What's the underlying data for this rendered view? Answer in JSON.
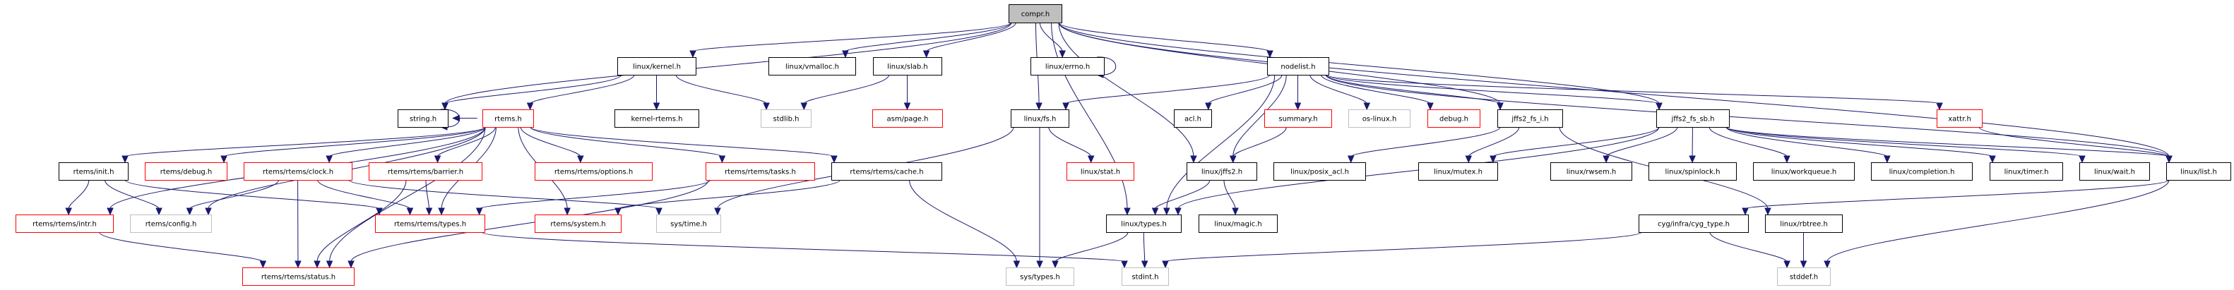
{
  "graph": {
    "title": "compr.h",
    "colors": {
      "edge": "#191970",
      "root_fill": "#bfbfbf",
      "documented_border": "#000000",
      "red_border": "#ff0000",
      "undocumented_border": "#bfbfbf",
      "node_fill": "#ffffff"
    },
    "nodes": [
      {
        "id": "compr",
        "label": "compr.h",
        "style": "root"
      },
      {
        "id": "string",
        "label": "string.h",
        "style": "black"
      },
      {
        "id": "kernel",
        "label": "linux/kernel.h",
        "style": "black"
      },
      {
        "id": "vmalloc",
        "label": "linux/vmalloc.h",
        "style": "black"
      },
      {
        "id": "slab",
        "label": "linux/slab.h",
        "style": "black"
      },
      {
        "id": "errno",
        "label": "linux/errno.h",
        "style": "black"
      },
      {
        "id": "nodelist",
        "label": "nodelist.h",
        "style": "black"
      },
      {
        "id": "rtems",
        "label": "rtems.h",
        "style": "red"
      },
      {
        "id": "kernelrtems",
        "label": "kernel-rtems.h",
        "style": "black"
      },
      {
        "id": "stdlib",
        "label": "stdlib.h",
        "style": "gray"
      },
      {
        "id": "asmpage",
        "label": "asm/page.h",
        "style": "red"
      },
      {
        "id": "fs",
        "label": "linux/fs.h",
        "style": "black"
      },
      {
        "id": "acl",
        "label": "acl.h",
        "style": "black"
      },
      {
        "id": "summary",
        "label": "summary.h",
        "style": "red"
      },
      {
        "id": "oslinux",
        "label": "os-linux.h",
        "style": "gray"
      },
      {
        "id": "debug",
        "label": "debug.h",
        "style": "red"
      },
      {
        "id": "fsi",
        "label": "jffs2_fs_i.h",
        "style": "black"
      },
      {
        "id": "fssb",
        "label": "jffs2_fs_sb.h",
        "style": "black"
      },
      {
        "id": "xattr",
        "label": "xattr.h",
        "style": "red"
      },
      {
        "id": "init",
        "label": "rtems/init.h",
        "style": "black"
      },
      {
        "id": "rdebug",
        "label": "rtems/debug.h",
        "style": "red"
      },
      {
        "id": "clock",
        "label": "rtems/rtems/clock.h",
        "style": "red"
      },
      {
        "id": "barrier",
        "label": "rtems/rtems/barrier.h",
        "style": "red"
      },
      {
        "id": "options",
        "label": "rtems/rtems/options.h",
        "style": "red"
      },
      {
        "id": "tasks",
        "label": "rtems/rtems/tasks.h",
        "style": "red"
      },
      {
        "id": "cache",
        "label": "rtems/rtems/cache.h",
        "style": "black"
      },
      {
        "id": "stat",
        "label": "linux/stat.h",
        "style": "red"
      },
      {
        "id": "jffs2",
        "label": "linux/jffs2.h",
        "style": "black"
      },
      {
        "id": "posixacl",
        "label": "linux/posix_acl.h",
        "style": "black"
      },
      {
        "id": "mutex",
        "label": "linux/mutex.h",
        "style": "black"
      },
      {
        "id": "rwsem",
        "label": "linux/rwsem.h",
        "style": "black"
      },
      {
        "id": "spinlock",
        "label": "linux/spinlock.h",
        "style": "black"
      },
      {
        "id": "workqueue",
        "label": "linux/workqueue.h",
        "style": "black"
      },
      {
        "id": "completion",
        "label": "linux/completion.h",
        "style": "black"
      },
      {
        "id": "timer",
        "label": "linux/timer.h",
        "style": "black"
      },
      {
        "id": "wait",
        "label": "linux/wait.h",
        "style": "black"
      },
      {
        "id": "list",
        "label": "linux/list.h",
        "style": "black"
      },
      {
        "id": "intr",
        "label": "rtems/rtems/intr.h",
        "style": "red"
      },
      {
        "id": "config",
        "label": "rtems/config.h",
        "style": "gray"
      },
      {
        "id": "rtypes",
        "label": "rtems/rtems/types.h",
        "style": "red"
      },
      {
        "id": "system",
        "label": "rtems/system.h",
        "style": "red"
      },
      {
        "id": "systime",
        "label": "sys/time.h",
        "style": "gray"
      },
      {
        "id": "ltypes",
        "label": "linux/types.h",
        "style": "black"
      },
      {
        "id": "magic",
        "label": "linux/magic.h",
        "style": "black"
      },
      {
        "id": "cygtype",
        "label": "cyg/infra/cyg_type.h",
        "style": "black"
      },
      {
        "id": "rbtree",
        "label": "linux/rbtree.h",
        "style": "black"
      },
      {
        "id": "status",
        "label": "rtems/rtems/status.h",
        "style": "red"
      },
      {
        "id": "systypes",
        "label": "sys/types.h",
        "style": "gray"
      },
      {
        "id": "stdint",
        "label": "stdint.h",
        "style": "gray"
      },
      {
        "id": "stddef",
        "label": "stddef.h",
        "style": "gray"
      }
    ],
    "edges": [
      [
        "compr",
        "string"
      ],
      [
        "compr",
        "kernel"
      ],
      [
        "compr",
        "vmalloc"
      ],
      [
        "compr",
        "slab"
      ],
      [
        "compr",
        "errno"
      ],
      [
        "compr",
        "fs"
      ],
      [
        "compr",
        "ltypes"
      ],
      [
        "compr",
        "jffs2"
      ],
      [
        "compr",
        "nodelist"
      ],
      [
        "compr",
        "fsi"
      ],
      [
        "compr",
        "fssb"
      ],
      [
        "compr",
        "list"
      ],
      [
        "string",
        "string"
      ],
      [
        "errno",
        "errno"
      ],
      [
        "kernel",
        "string"
      ],
      [
        "kernel",
        "rtems"
      ],
      [
        "kernel",
        "kernelrtems"
      ],
      [
        "kernel",
        "stdlib"
      ],
      [
        "slab",
        "stdlib"
      ],
      [
        "slab",
        "asmpage"
      ],
      [
        "rtems",
        "string"
      ],
      [
        "rtems",
        "init"
      ],
      [
        "rtems",
        "rdebug"
      ],
      [
        "rtems",
        "clock"
      ],
      [
        "rtems",
        "barrier"
      ],
      [
        "rtems",
        "options"
      ],
      [
        "rtems",
        "tasks"
      ],
      [
        "rtems",
        "cache"
      ],
      [
        "rtems",
        "system"
      ],
      [
        "rtems",
        "intr"
      ],
      [
        "rtems",
        "config"
      ],
      [
        "rtems",
        "status"
      ],
      [
        "rtems",
        "rtypes"
      ],
      [
        "init",
        "intr"
      ],
      [
        "init",
        "config"
      ],
      [
        "init",
        "rtypes"
      ],
      [
        "clock",
        "config"
      ],
      [
        "clock",
        "status"
      ],
      [
        "clock",
        "rtypes"
      ],
      [
        "clock",
        "systime"
      ],
      [
        "barrier",
        "rtypes"
      ],
      [
        "barrier",
        "status"
      ],
      [
        "tasks",
        "rtypes"
      ],
      [
        "tasks",
        "status"
      ],
      [
        "cache",
        "system"
      ],
      [
        "cache",
        "systypes"
      ],
      [
        "intr",
        "status"
      ],
      [
        "rtypes",
        "stdint"
      ],
      [
        "fs",
        "stat"
      ],
      [
        "fs",
        "systime"
      ],
      [
        "fs",
        "systypes"
      ],
      [
        "nodelist",
        "fs"
      ],
      [
        "nodelist",
        "acl"
      ],
      [
        "nodelist",
        "summary"
      ],
      [
        "nodelist",
        "oslinux"
      ],
      [
        "nodelist",
        "debug"
      ],
      [
        "nodelist",
        "fsi"
      ],
      [
        "nodelist",
        "fssb"
      ],
      [
        "nodelist",
        "xattr"
      ],
      [
        "nodelist",
        "ltypes"
      ],
      [
        "nodelist",
        "jffs2"
      ],
      [
        "nodelist",
        "list"
      ],
      [
        "summary",
        "jffs2"
      ],
      [
        "jffs2",
        "ltypes"
      ],
      [
        "jffs2",
        "magic"
      ],
      [
        "fsi",
        "mutex"
      ],
      [
        "fsi",
        "posixacl"
      ],
      [
        "fsi",
        "rbtree"
      ],
      [
        "fssb",
        "mutex"
      ],
      [
        "fssb",
        "rwsem"
      ],
      [
        "fssb",
        "spinlock"
      ],
      [
        "fssb",
        "workqueue"
      ],
      [
        "fssb",
        "completion"
      ],
      [
        "fssb",
        "timer"
      ],
      [
        "fssb",
        "wait"
      ],
      [
        "fssb",
        "list"
      ],
      [
        "fssb",
        "ltypes"
      ],
      [
        "xattr",
        "list"
      ],
      [
        "list",
        "cygtype"
      ],
      [
        "list",
        "stddef"
      ],
      [
        "ltypes",
        "stdint"
      ],
      [
        "ltypes",
        "systypes"
      ],
      [
        "cygtype",
        "stdint"
      ],
      [
        "cygtype",
        "stddef"
      ],
      [
        "rbtree",
        "stddef"
      ]
    ]
  }
}
